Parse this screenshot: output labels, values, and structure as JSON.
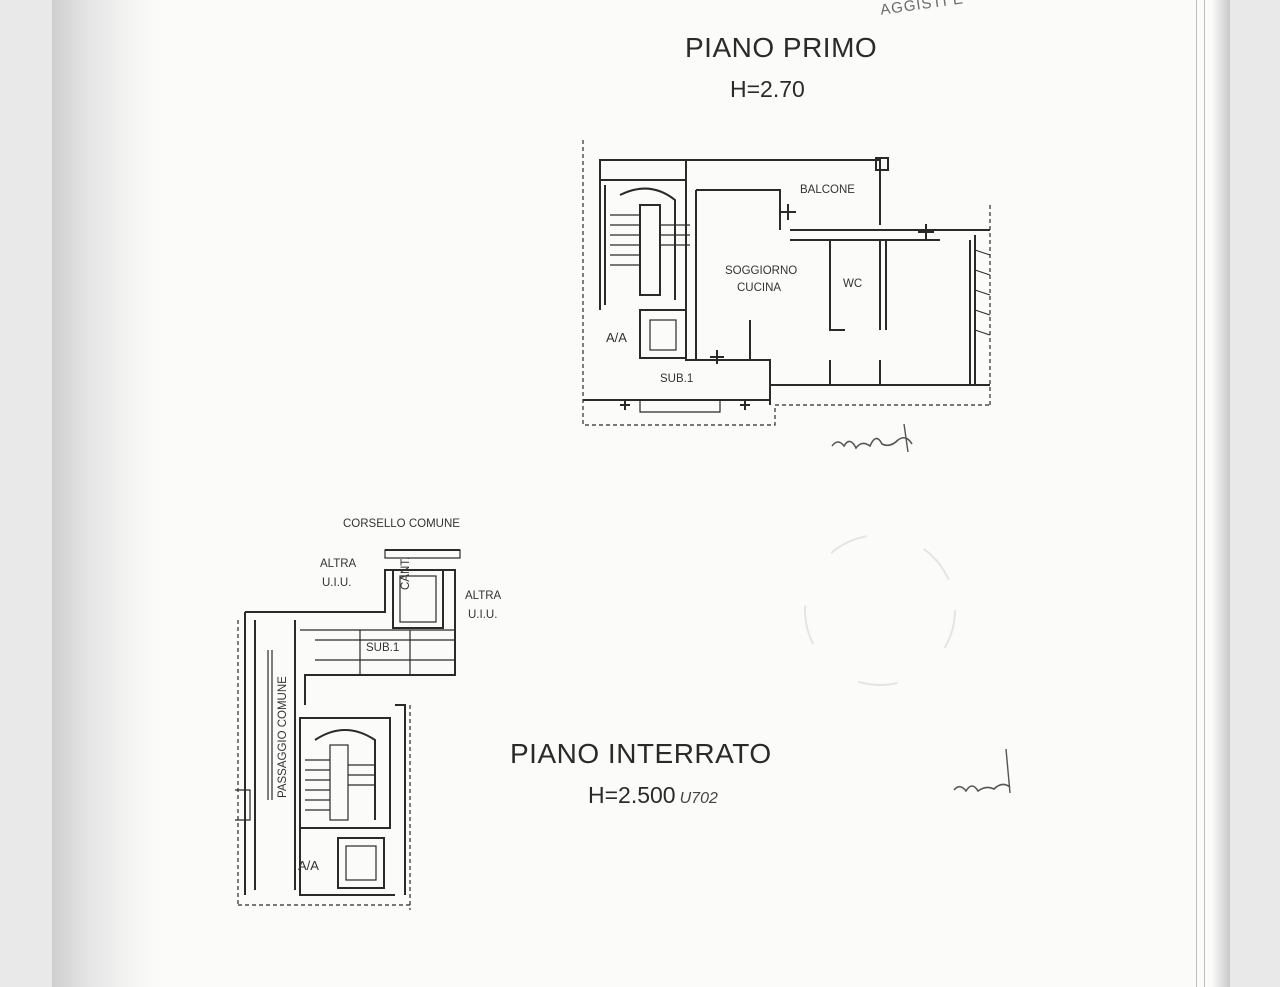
{
  "stamp": {
    "text": "AGGISTI E"
  },
  "piano_primo": {
    "title": "PIANO PRIMO",
    "height": "H=2.70",
    "rooms": {
      "balcone": "BALCONE",
      "soggiorno_line1": "SOGGIORNO",
      "soggiorno_line2": "CUCINA",
      "wc": "WC",
      "aa": "A/A",
      "sub": "SUB.1"
    }
  },
  "piano_interrato": {
    "title": "PIANO INTERRATO",
    "height": "H=2.500",
    "height_note": "U702",
    "rooms": {
      "corsello": "CORSELLO COMUNE",
      "altra_left_1": "ALTRA",
      "altra_left_2": "U.I.U.",
      "altra_right_1": "ALTRA",
      "altra_right_2": "U.I.U.",
      "cant": "CANT.",
      "sub": "SUB.1",
      "passaggio": "PASSAGGIO COMUNE",
      "aa": "A/A"
    }
  },
  "colors": {
    "ink": "#2a2a2a",
    "paper": "#fbfbfa"
  }
}
